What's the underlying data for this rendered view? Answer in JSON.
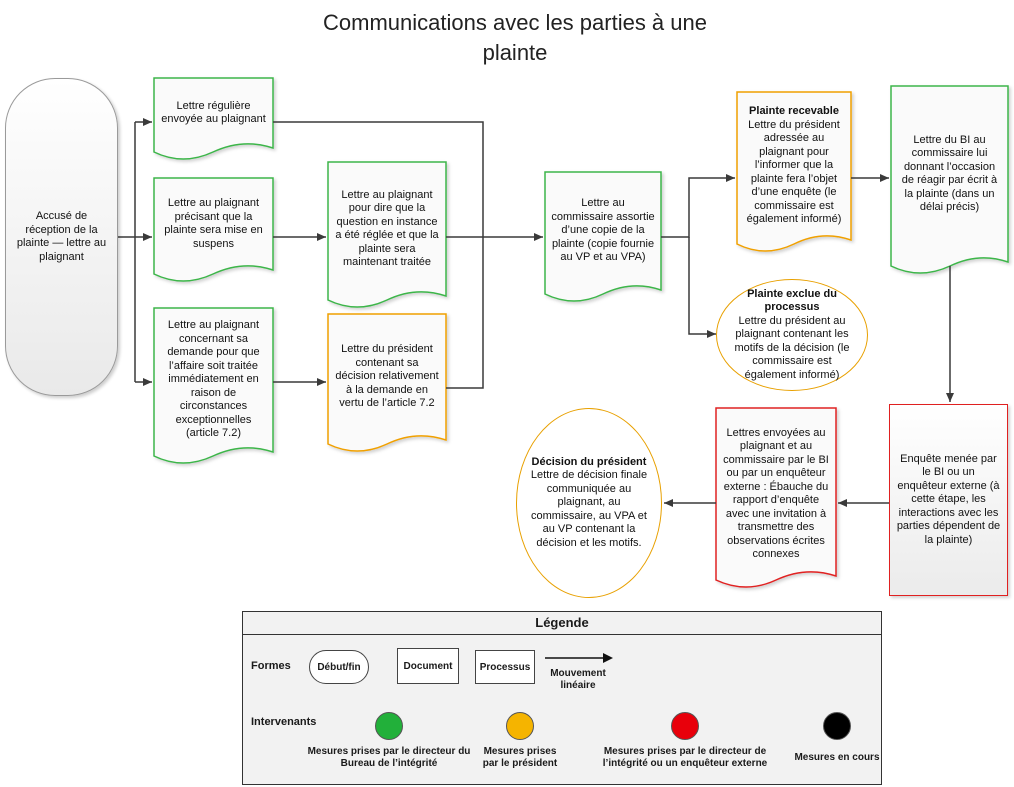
{
  "title": "Communications avec les parties à une plainte",
  "nodes": {
    "start": "Accusé de réception de la plainte — lettre au plaignant",
    "reg_letter": "Lettre régulière envoyée au plaignant",
    "suspend_letter": "Lettre au plaignant précisant que la plainte sera mise en suspens",
    "immediate_letter": "Lettre au plaignant concernant sa demande pour que l’affaire soit traitée immédiatement en raison de circonstances exceptionnelles (article 7.2)",
    "resolved_letter": "Lettre au plaignant pour dire que la question en instance a été réglée et que la plainte sera maintenant traitée",
    "president_72": "Lettre du président contenant sa décision relativement à la demande en vertu de l’article 7.2",
    "commissioner_letter": "Lettre au commissaire assortie d’une copie de la plainte (copie fournie au VP et au VPA)",
    "admissible_title": "Plainte recevable",
    "admissible_body": "Lettre du président adressée au plaignant pour l’informer que la plainte fera l’objet d’une enquête (le commissaire est également informé)",
    "excluded_title": "Plainte exclue du processus",
    "excluded_body": "Lettre du président au plaignant contenant les motifs de la décision (le commissaire est également informé)",
    "bi_letter": "Lettre du BI au commissaire lui donnant l’occasion de réagir par écrit à la plainte (dans un délai précis)",
    "investigation": "Enquête menée par le BI ou un enquêteur externe (à cette étape, les interactions avec les parties dépendent de la plainte)",
    "draft_letters": "Lettres envoyées au plaignant et au commissaire par le BI ou par un enquêteur externe : Ébauche du rapport d’enquête avec une invitation à transmettre des observations écrites connexes",
    "decision_title": "Décision du président",
    "decision_body": "Lettre de décision finale communiquée au plaignant, au commissaire, au VPA et au VP contenant la décision et les motifs."
  },
  "legend": {
    "title": "Légende",
    "shapes_label": "Formes",
    "start_end": "Début/fin",
    "document": "Document",
    "process": "Processus",
    "movement": "Mouvement linéaire",
    "actors_label": "Intervenants",
    "actors": [
      {
        "label": "Mesures prises par le directeur du Bureau de l’intégrité",
        "color": "#22b03a"
      },
      {
        "label": "Mesures prises par le président",
        "color": "#f5b400"
      },
      {
        "label": "Mesures prises par le directeur de l’intégrité ou un enquêteur externe",
        "color": "#e8000b"
      },
      {
        "label": "Mesures en cours",
        "color": "#000000"
      }
    ]
  },
  "colors": {
    "green": "#3cb54a",
    "orange": "#f0a000",
    "red": "#e02020",
    "grey": "#999999"
  }
}
